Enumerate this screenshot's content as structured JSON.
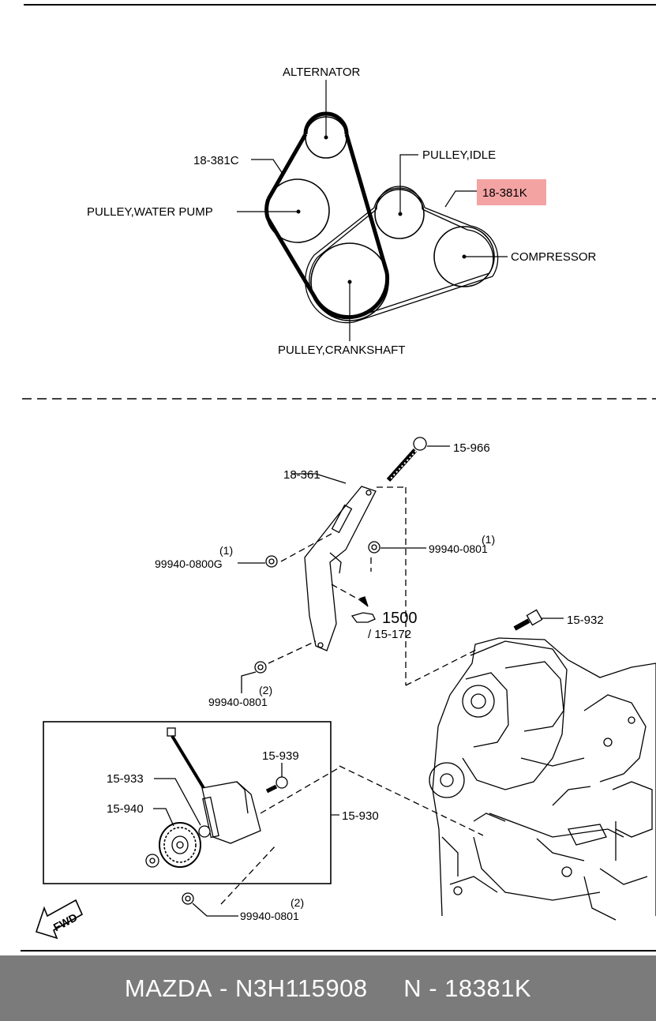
{
  "colors": {
    "highlight": "#f4a3a3",
    "footer_bg": "#7b7b7b",
    "footer_text": "#ffffff"
  },
  "belt_diagram": {
    "alternator": "ALTERNATOR",
    "belt_c": "18-381C",
    "pulley_idle": "PULLEY,IDLE",
    "belt_k": "18-381K",
    "water_pump": "PULLEY,WATER PUMP",
    "compressor": "COMPRESSOR",
    "crankshaft": "PULLEY,CRANKSHAFT"
  },
  "parts_diagram": {
    "bolt_top": "15-966",
    "bracket": "18-361",
    "nut_left_qty": "(1)",
    "nut_left": "99940-0800G",
    "nut_right_qty": "(1)",
    "nut_right": "99940-0801",
    "ref_number": "1500",
    "ref_sub": "/ 15-172",
    "bolt_right": "15-932",
    "nut_bottom_qty": "(2)",
    "nut_bottom": "99940-0801",
    "tensioner_bolt": "15-939",
    "washer": "15-933",
    "pulley": "15-940",
    "tensioner_assy": "15-930",
    "nut_final_qty": "(2)",
    "nut_final": "99940-0801",
    "fwd": "FWD"
  },
  "footer": {
    "brand": "MAZDA",
    "part_number": "N3H115908",
    "n_code": "N - 18381K"
  }
}
